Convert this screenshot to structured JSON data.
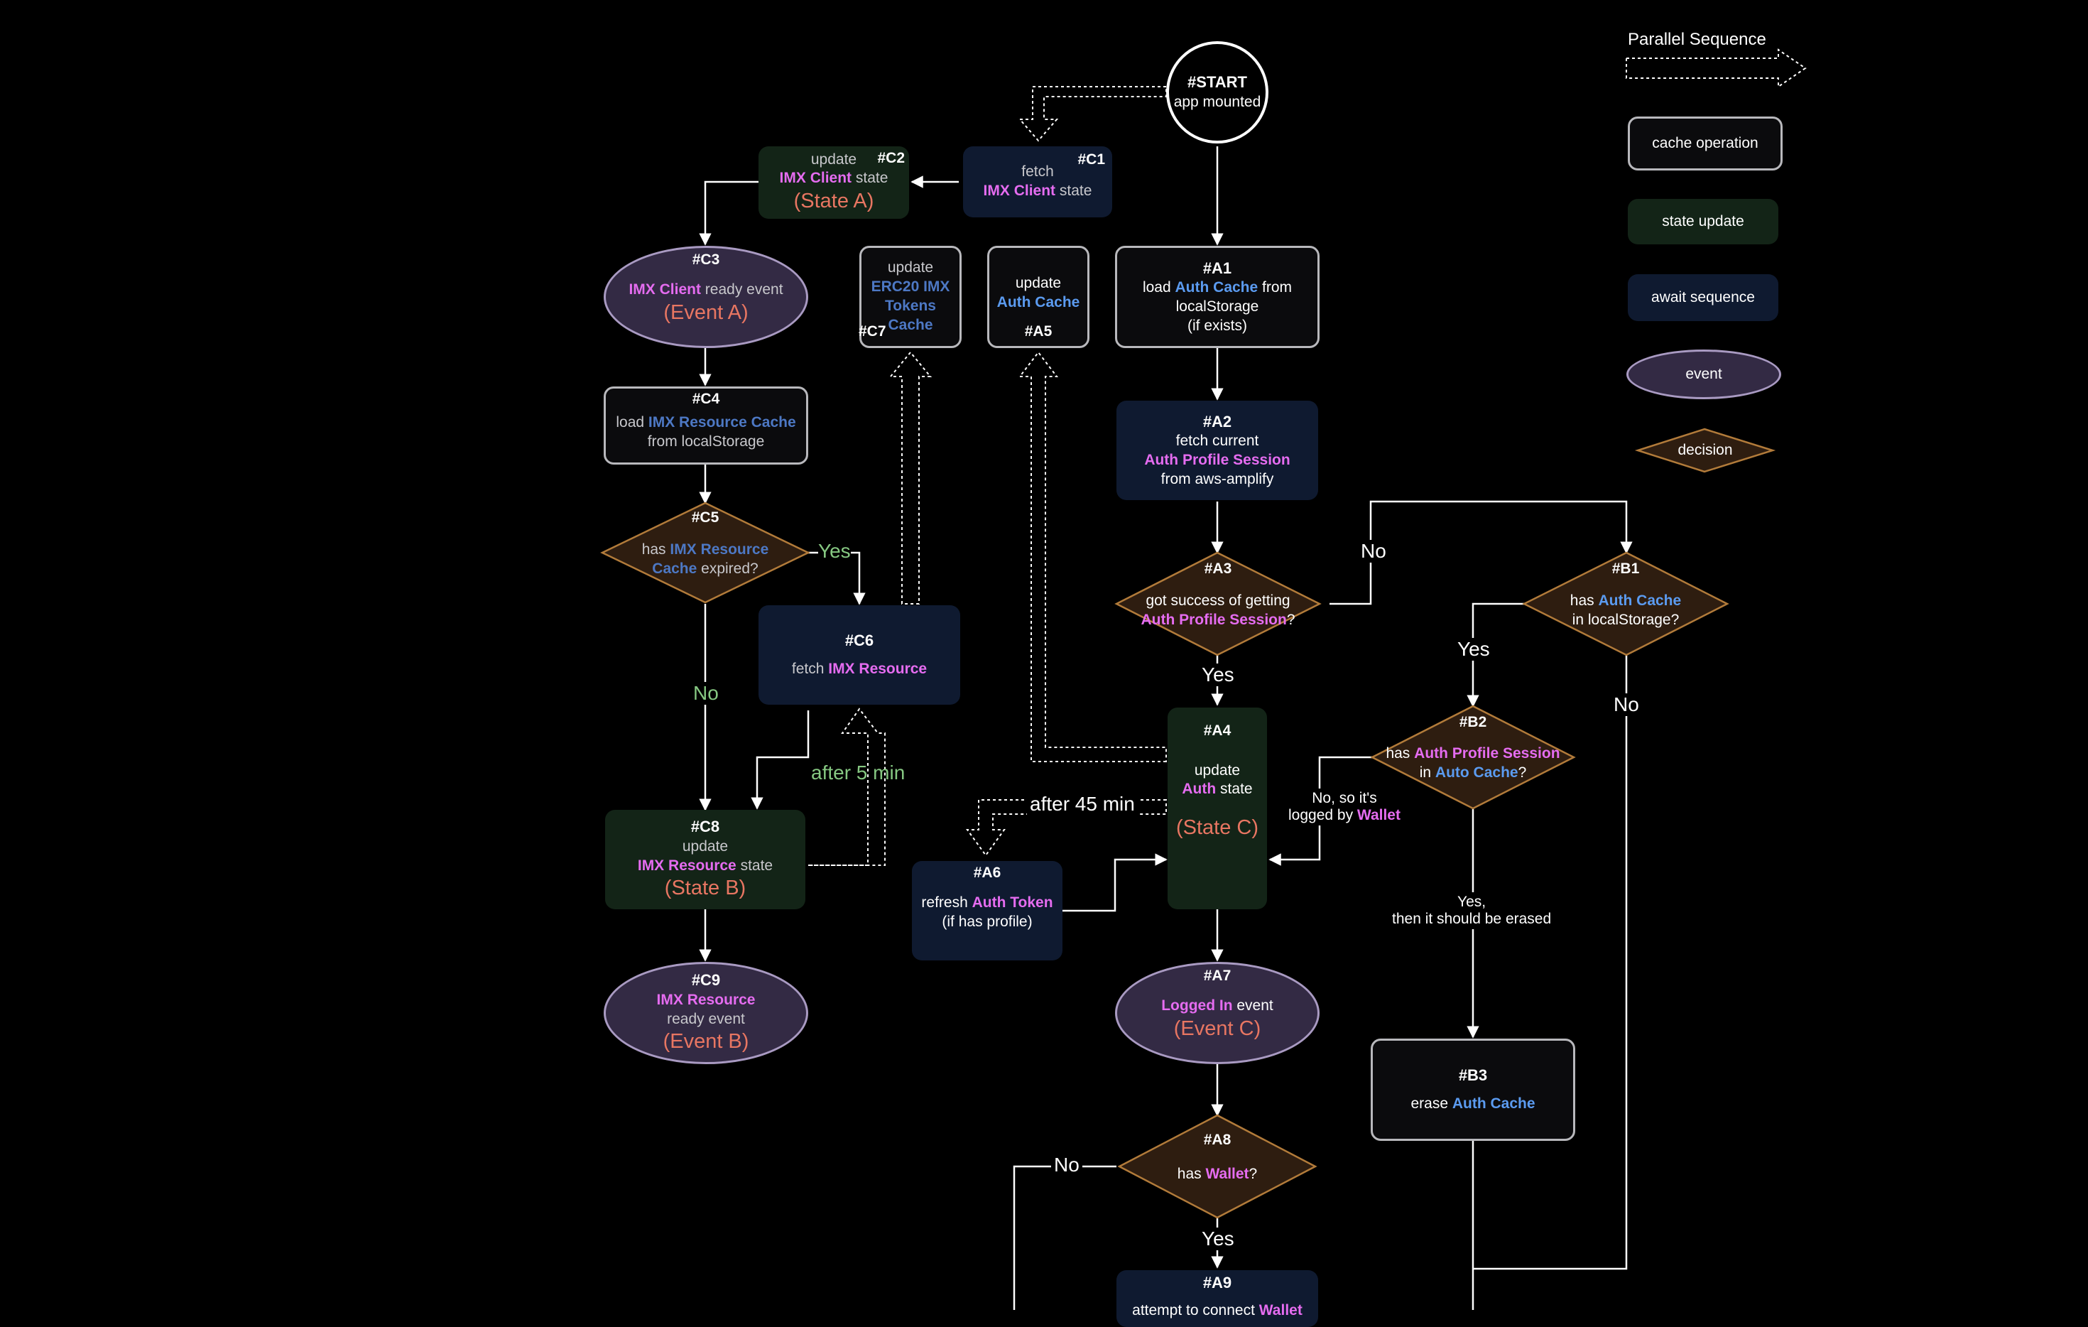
{
  "legend": {
    "parallel": "Parallel Sequence",
    "cache_operation": "cache operation",
    "state_update": "state update",
    "await_sequence": "await sequence",
    "event": "event",
    "decision": "decision"
  },
  "start": {
    "id": "#START",
    "text": "app mounted"
  },
  "c1": {
    "id": "#C1",
    "l1": "fetch",
    "l2a": "IMX Client",
    "l2b": " state"
  },
  "c2": {
    "id": "#C2",
    "l1": "update",
    "l2a": "IMX Client",
    "l2b": " state",
    "l3": "(State A)"
  },
  "c3": {
    "id": "#C3",
    "l1a": "IMX Client",
    "l1b": " ready event",
    "l2": "(Event A)"
  },
  "c4": {
    "id": "#C4",
    "l1a": "load ",
    "l1b": "IMX Resource Cache",
    "l2": "from localStorage"
  },
  "c5": {
    "id": "#C5",
    "l1a": "has ",
    "l1b": "IMX Resource",
    "l2a": "Cache",
    "l2b": " expired?"
  },
  "c6": {
    "id": "#C6",
    "l1a": "fetch ",
    "l1b": "IMX Resource"
  },
  "c7": {
    "id": "#C7",
    "l1": "update",
    "l2": "ERC20 IMX",
    "l3": "Tokens",
    "l4": "Cache"
  },
  "c8": {
    "id": "#C8",
    "l1": "update",
    "l2a": "IMX Resource",
    "l2b": " state",
    "l3": "(State B)"
  },
  "c9": {
    "id": "#C9",
    "l1": "IMX Resource",
    "l2": "ready event",
    "l3": "(Event B)"
  },
  "a1": {
    "id": "#A1",
    "l1a": "load ",
    "l1b": "Auth Cache",
    "l1c": " from",
    "l2": "localStorage",
    "l3": "(if exists)"
  },
  "a2": {
    "id": "#A2",
    "l1": "fetch current",
    "l2": "Auth Profile Session",
    "l3": "from aws-amplify"
  },
  "a3": {
    "id": "#A3",
    "l1": "got success of getting",
    "l2a": "Auth Profile Session",
    "l2b": "?"
  },
  "a4": {
    "id": "#A4",
    "l1": "update",
    "l2a": "Auth",
    "l2b": " state",
    "l3": "(State C)"
  },
  "a5": {
    "id": "#A5",
    "l1": "update",
    "l2": "Auth Cache"
  },
  "a6": {
    "id": "#A6",
    "l1a": "refresh ",
    "l1b": "Auth Token",
    "l2": "(if has profile)"
  },
  "a7": {
    "id": "#A7",
    "l1a": "Logged In",
    "l1b": " event",
    "l2": "(Event C)"
  },
  "a8": {
    "id": "#A8",
    "l1a": "has ",
    "l1b": "Wallet",
    "l1c": "?"
  },
  "a9": {
    "id": "#A9",
    "l1a": "attempt to connect ",
    "l1b": "Wallet"
  },
  "b1": {
    "id": "#B1",
    "l1a": "has ",
    "l1b": "Auth Cache",
    "l2": "in localStorage?"
  },
  "b2": {
    "id": "#B2",
    "l1a": "has ",
    "l1b": "Auth Profile Session",
    "l2a": "in ",
    "l2b": "Auto Cache",
    "l2c": "?"
  },
  "b3": {
    "id": "#B3",
    "l1a": "erase ",
    "l1b": "Auth Cache"
  },
  "edge_labels": {
    "c5_yes": "Yes",
    "c5_no": "No",
    "after_5": "after 5 min",
    "after_45": "after 45 min",
    "a3_no": "No",
    "a3_yes": "Yes",
    "b1_yes": "Yes",
    "b1_no": "No",
    "b2_no_l1": "No, so it's",
    "b2_no_l2a": "logged by ",
    "b2_no_l2b": "Wallet",
    "b2_yes_l1": "Yes,",
    "b2_yes_l2": "then it should be erased",
    "a8_no": "No",
    "a8_yes": "Yes"
  },
  "colors": {
    "background": "#000000",
    "await_fill": "#0f1a30",
    "state_fill": "#132417",
    "event_fill": "#332a44",
    "decision_fill": "#2e1d10",
    "decision_stroke": "#b27b3a",
    "pink_text": "#e56cf0",
    "blue_text": "#5b9bf0",
    "salmon_text": "#e87662",
    "green_label": "#86c882"
  }
}
